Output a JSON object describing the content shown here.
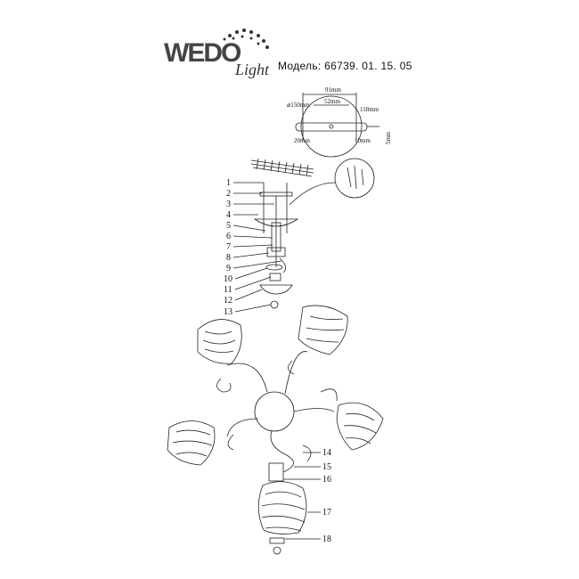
{
  "logo": {
    "brand": "WEDO",
    "sub": "Light"
  },
  "model": {
    "label": "Модель:",
    "number": "66739. 01. 15. 05"
  },
  "dimensions": {
    "diameter": "⌀150mm",
    "width_outer": "91mm",
    "width_inner": "52mm",
    "length": "118mm",
    "left_offset": "20mm",
    "right_offset": "10mm",
    "height": "5mm"
  },
  "part_numbers": [
    "1",
    "2",
    "3",
    "4",
    "5",
    "6",
    "7",
    "8",
    "9",
    "10",
    "11",
    "12",
    "13",
    "14",
    "15",
    "16",
    "17",
    "18"
  ]
}
